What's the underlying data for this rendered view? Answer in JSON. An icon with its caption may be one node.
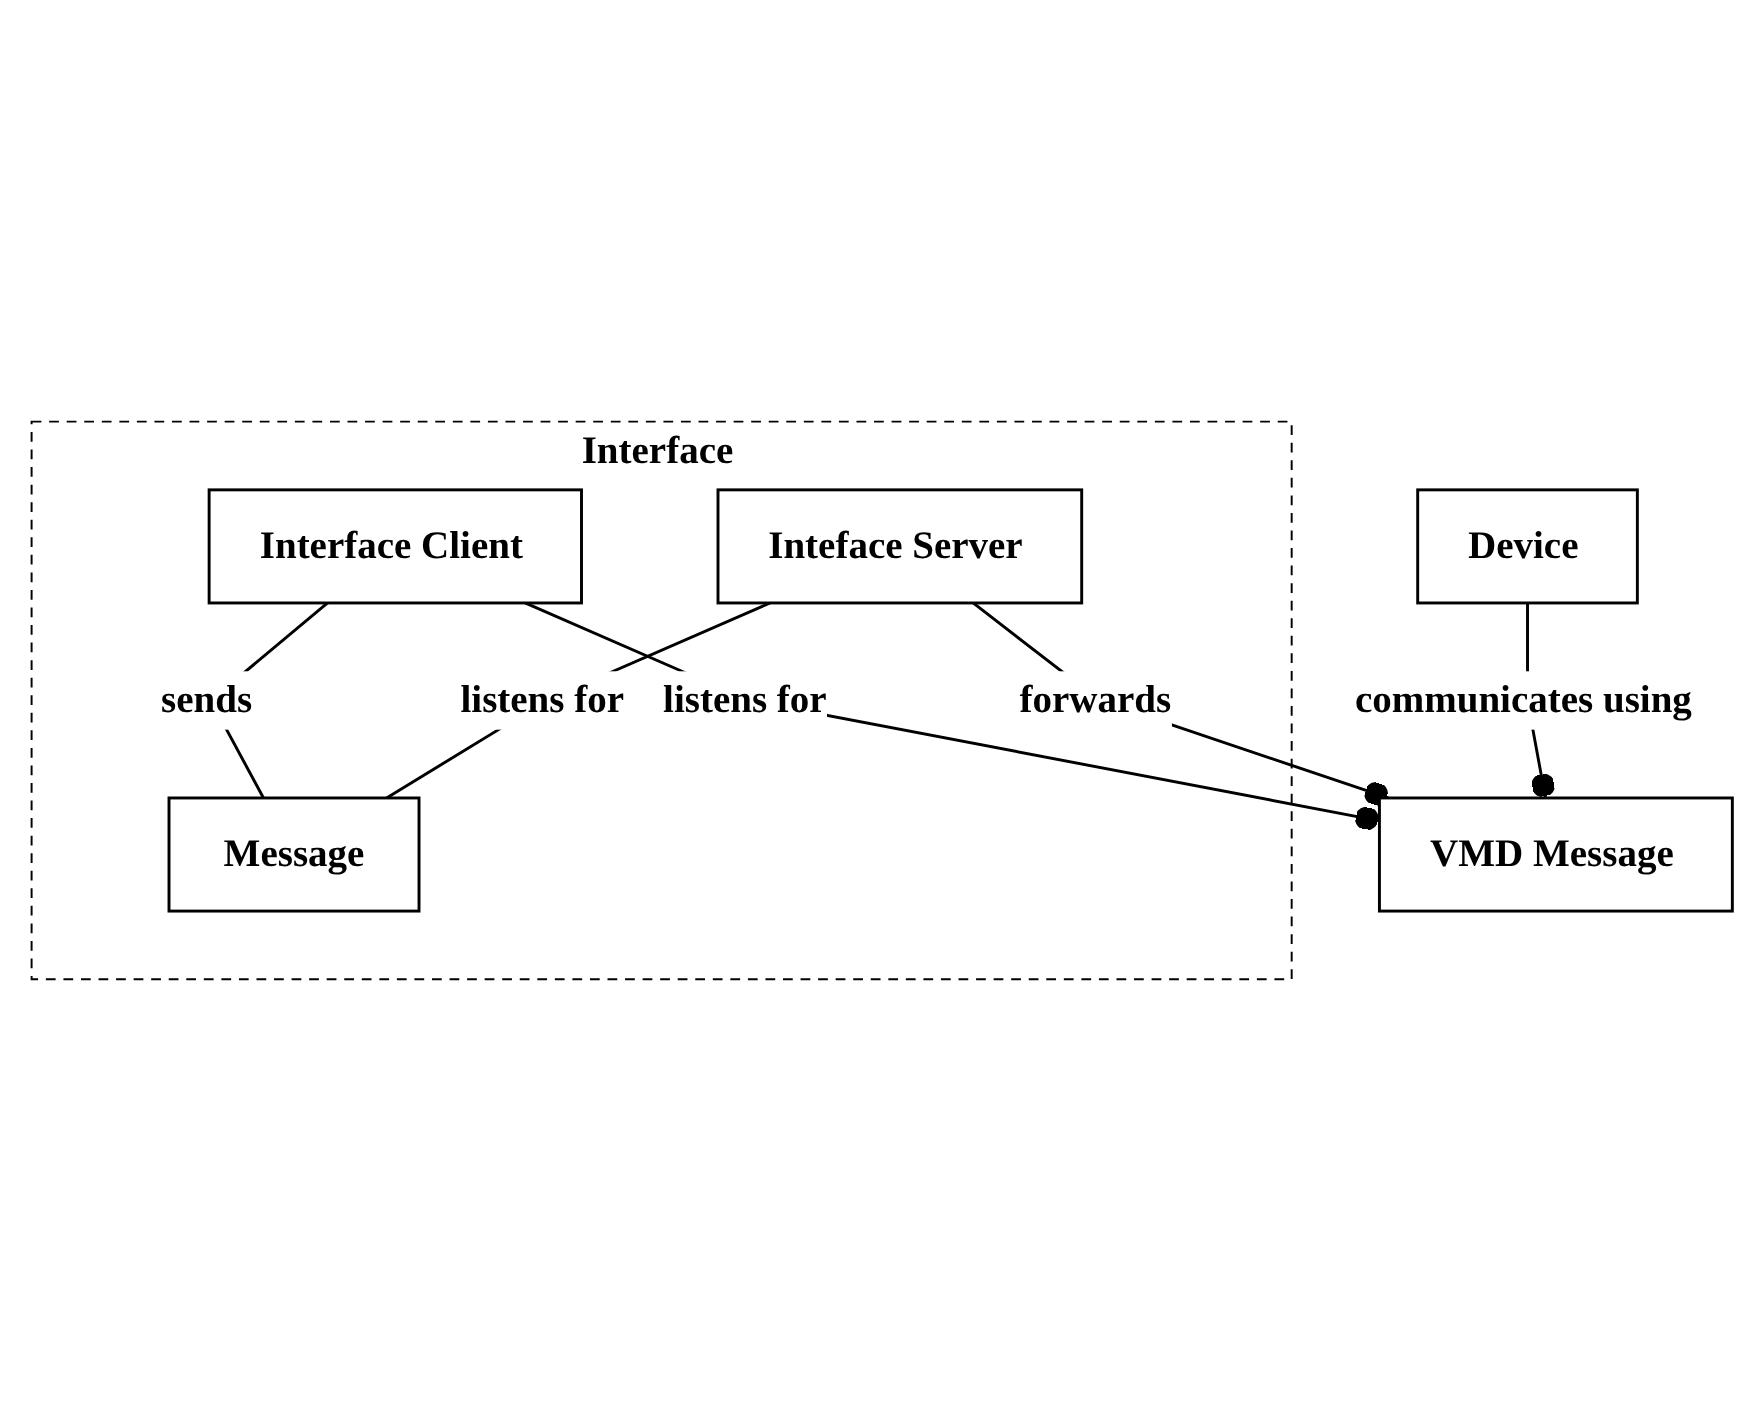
{
  "diagram": {
    "nodes": [
      {
        "text": [
          "Device"
        ]
      },
      {
        "text": [
          "VMD Message"
        ]
      },
      {
        "text": [
          "Interface"
        ]
      },
      {
        "text": [
          "Interface Client"
        ],
        "in": 2
      },
      {
        "text": [
          "Inteface Server"
        ],
        "in": 2
      },
      {
        "text": [
          "Message"
        ],
        "in": 2
      }
    ],
    "edges": [
      {
        "from": 0,
        "to": 1,
        "arrow": "other",
        "label": "communicates using"
      },
      {
        "from": 3,
        "to": 1,
        "arrow": "other",
        "label": "listens for"
      },
      {
        "from": 4,
        "to": 1,
        "arrow": "other",
        "label": "forwards"
      },
      {
        "from": 3,
        "to": 5,
        "arrow": "none",
        "label": "sends"
      },
      {
        "from": 4,
        "to": 5,
        "arrow": "none",
        "label": "listens for"
      }
    ]
  }
}
